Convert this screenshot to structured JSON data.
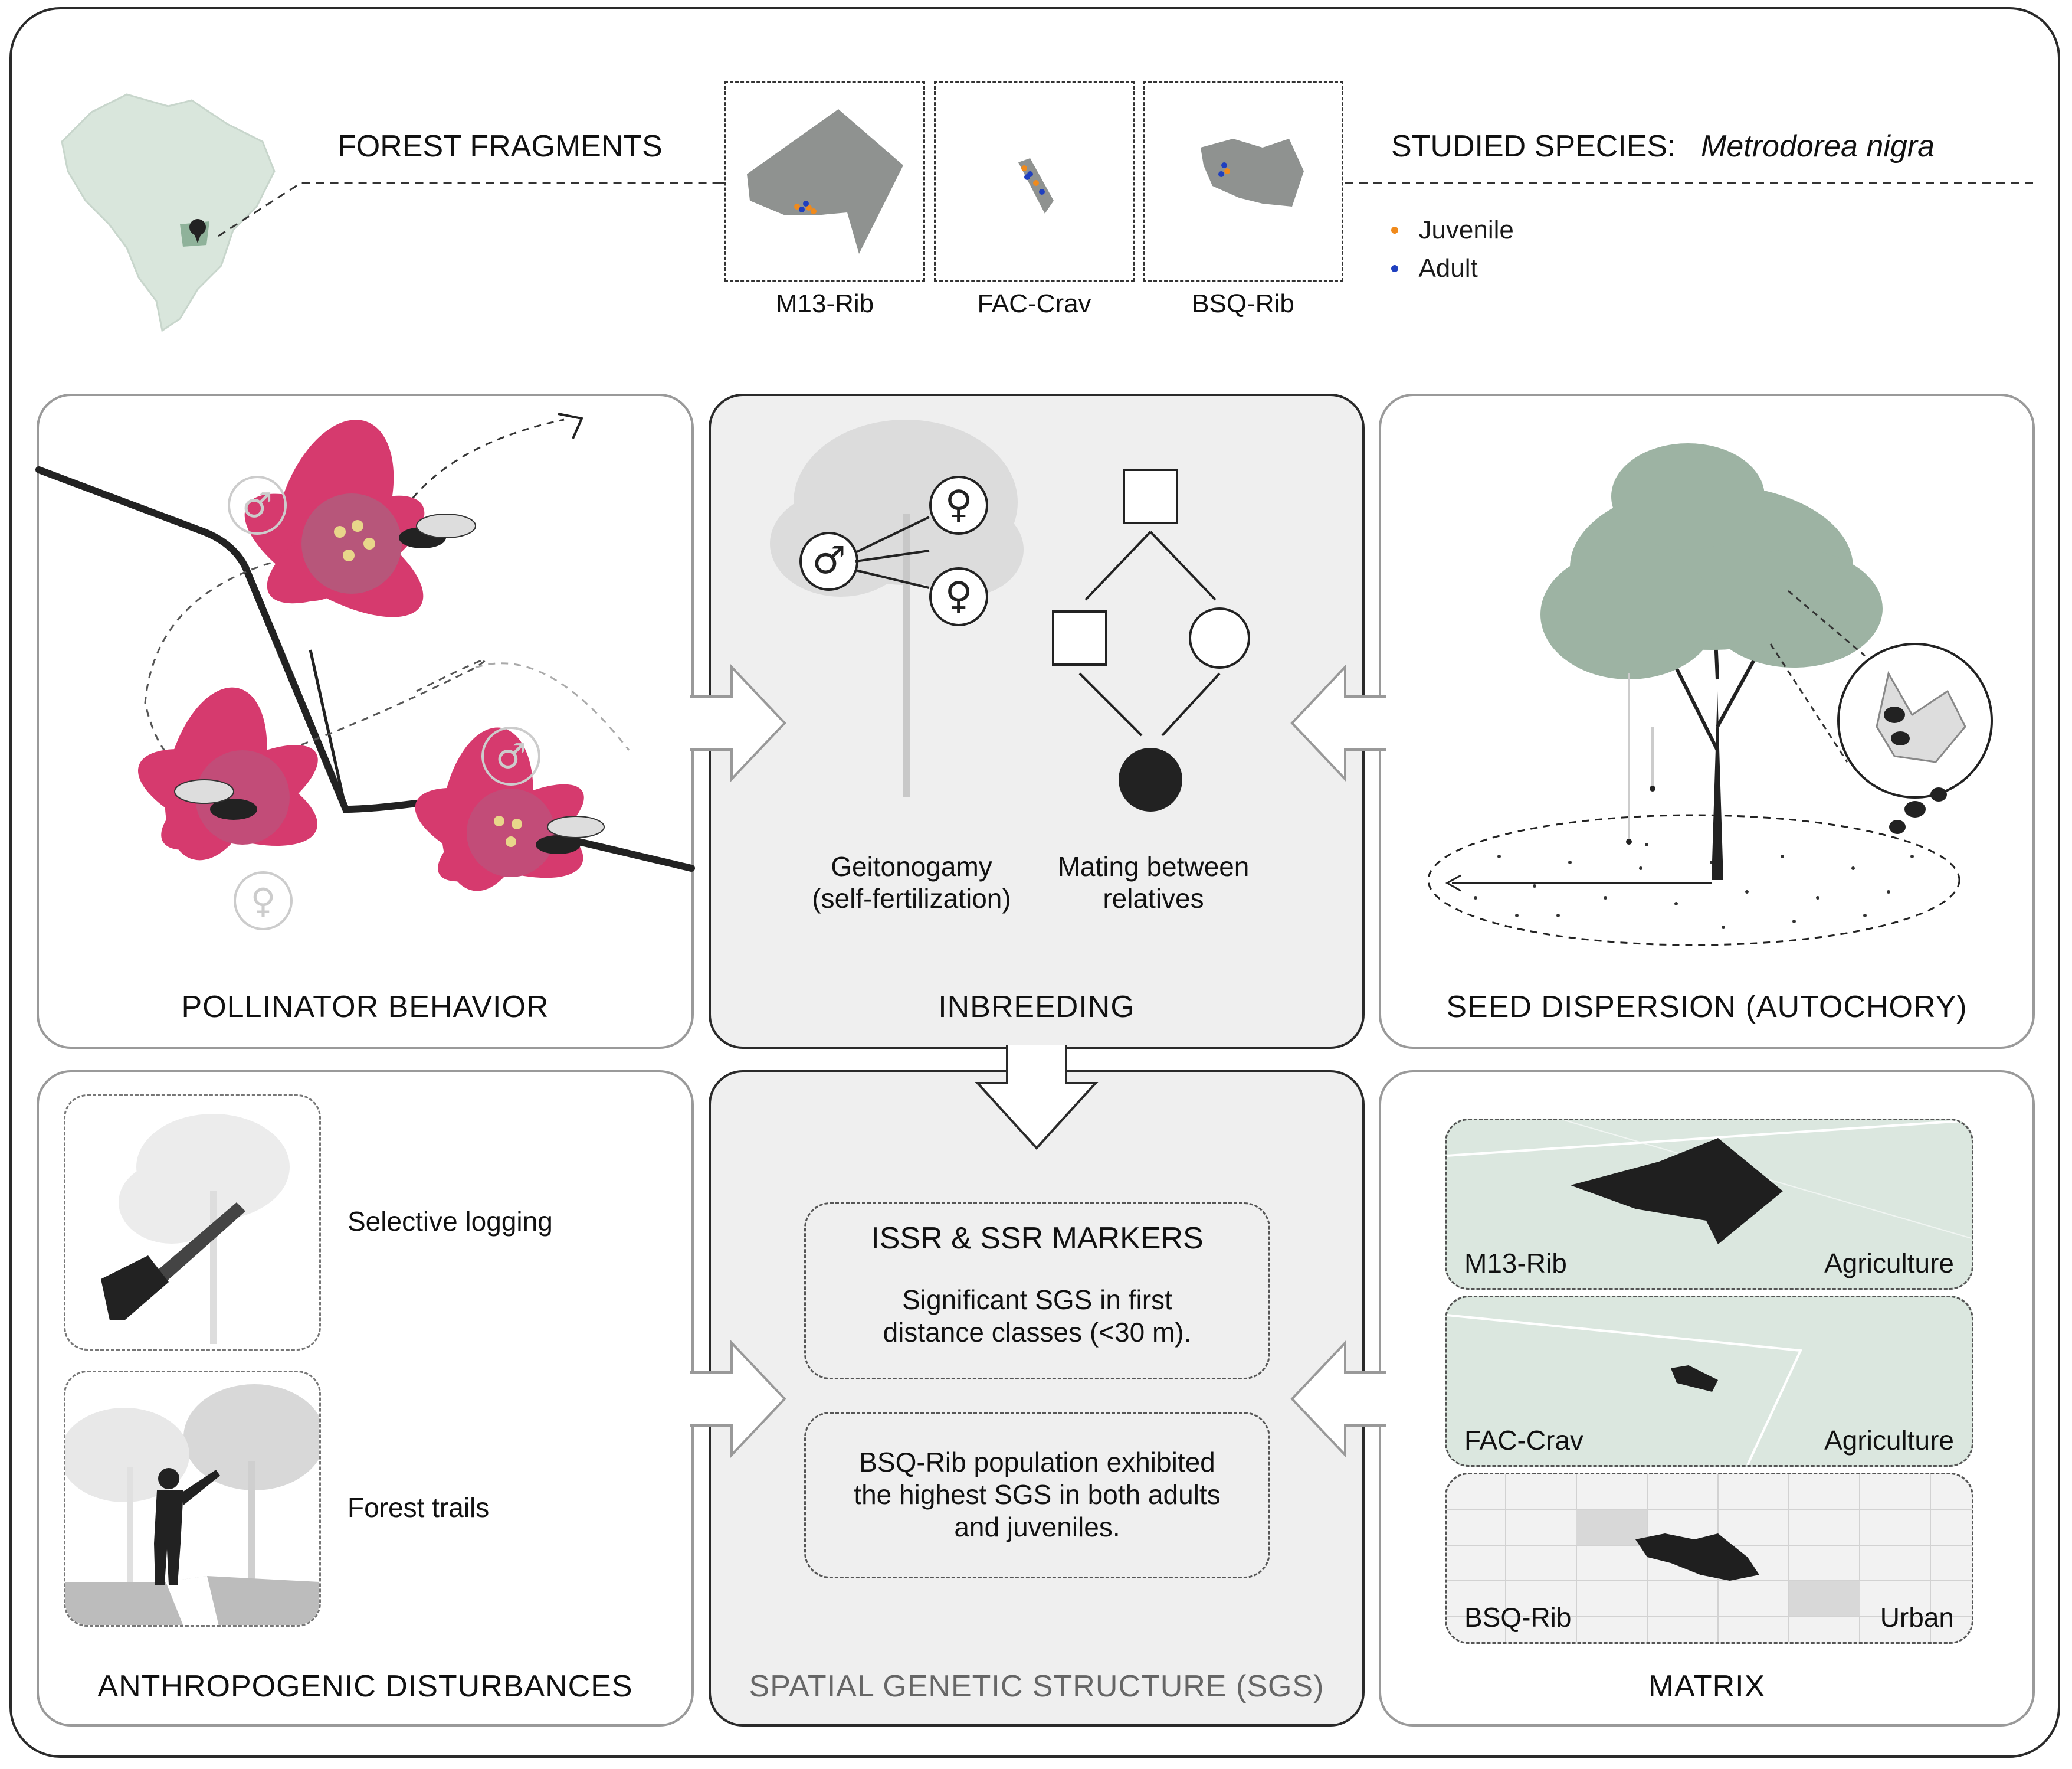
{
  "header": {
    "forest_fragments": "FOREST FRAGMENTS",
    "studied_species_prefix": "STUDIED SPECIES:",
    "species_name": "Metrodorea nigra",
    "fragments": [
      {
        "label": "M13-Rib"
      },
      {
        "label": "FAC-Crav"
      },
      {
        "label": "BSQ-Rib"
      }
    ],
    "legend": [
      {
        "label": "Juvenile",
        "color": "#f08a1c"
      },
      {
        "label": "Adult",
        "color": "#1f3fbf"
      }
    ]
  },
  "panels": {
    "pollinator": {
      "title": "POLLINATOR BEHAVIOR"
    },
    "inbreeding": {
      "title": "INBREEDING",
      "geitonogamy_line1": "Geitonogamy",
      "geitonogamy_line2": "(self-fertilization)",
      "mating_line1": "Mating between",
      "mating_line2": "relatives"
    },
    "seed": {
      "title": "SEED DISPERSION (AUTOCHORY)"
    },
    "anthropogenic": {
      "title": "ANTHROPOGENIC DISTURBANCES",
      "logging": "Selective logging",
      "trails": "Forest trails"
    },
    "sgs": {
      "title": "SPATIAL GENETIC STRUCTURE (SGS)",
      "box1_title": "ISSR & SSR MARKERS",
      "box1_line1": "Significant SGS in first",
      "box1_line2": "distance classes (<30 m).",
      "box2_line1": "BSQ-Rib population exhibited",
      "box2_line2": "the highest SGS in both adults",
      "box2_line3": "and juveniles."
    },
    "matrix": {
      "title": "MATRIX",
      "maps": [
        {
          "name": "M13-Rib",
          "type": "Agriculture"
        },
        {
          "name": "FAC-Crav",
          "type": "Agriculture"
        },
        {
          "name": "BSQ-Rib",
          "type": "Urban"
        }
      ]
    }
  },
  "colors": {
    "flower": "#d63a6e",
    "tree": "#9db3a3",
    "panel_mid": "#efefef",
    "map_green": "#dbe7df"
  }
}
